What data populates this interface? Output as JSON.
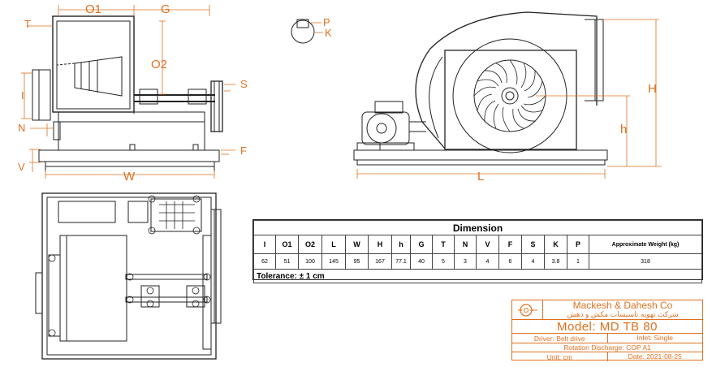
{
  "dimension_labels": {
    "O1": "O1",
    "G": "G",
    "T": "T",
    "O2": "O2",
    "I": "I",
    "S": "S",
    "N": "N",
    "F": "F",
    "V": "V",
    "W": "W",
    "P": "P",
    "K": "K",
    "H": "H",
    "h": "h",
    "L": "L"
  },
  "dimension_table": {
    "title": "Dimension",
    "headers": [
      "I",
      "O1",
      "O2",
      "L",
      "W",
      "H",
      "h",
      "G",
      "T",
      "N",
      "V",
      "F",
      "S",
      "K",
      "P",
      "Approximate Weight (kg)"
    ],
    "values": [
      "62",
      "51",
      "100",
      "145",
      "95",
      "167",
      "77.1",
      "40",
      "5",
      "3",
      "4",
      "6",
      "4",
      "3.8",
      "1",
      "318"
    ],
    "tolerance": "Tolerance: ± 1 cm"
  },
  "title_block": {
    "company_en": "Mackesh & Dahesh Co",
    "company_fa": "شرکت تهویه تاسیسات مکش و دهش",
    "model": "Model:  MD TB 80",
    "driver": "Driver: Belt drive",
    "inlet": "Inlet: Single",
    "rotation": "Rotation Discharge: COP A1",
    "unit": "Unit: cm",
    "date": "Date: 2021-08-25"
  },
  "colors": {
    "dimension": "#e07020",
    "line": "#222222",
    "title_block": "#e07020"
  }
}
